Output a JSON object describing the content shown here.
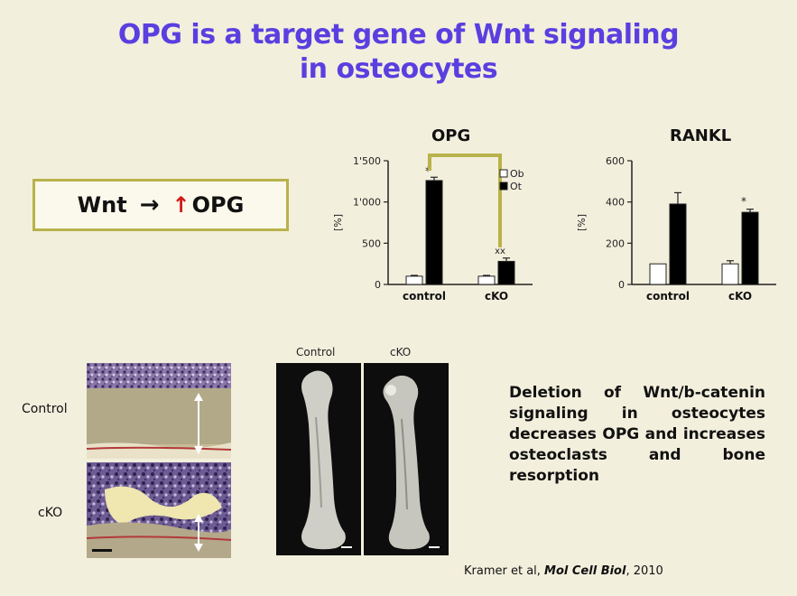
{
  "slide": {
    "title_line1": "OPG is a target gene of Wnt signaling",
    "title_line2": "in osteocytes",
    "wnt_label": "Wnt",
    "arrow": "→",
    "up_arrow": "↑",
    "opg_label": "OPG",
    "summary": "Deletion of Wnt/b-catenin signaling in osteocytes decreases OPG and increases osteoclasts and bone resorption",
    "reference_prefix": "Kramer et al, ",
    "reference_journal": "Mol Cell Biol",
    "reference_year": ", 2010",
    "histology": {
      "label_control": "Control",
      "label_cko": "cKO"
    },
    "bone_images": {
      "label_control": "Control",
      "label_cko": "cKO"
    }
  },
  "chart_data": [
    {
      "type": "bar",
      "title": "OPG",
      "ylabel": "[%]",
      "ylim": [
        0,
        1500
      ],
      "yticks": [
        0,
        500,
        1000,
        1500
      ],
      "ytick_labels": [
        "0",
        "500",
        "1'000",
        "1'500"
      ],
      "categories": [
        "control",
        "cKO"
      ],
      "series": [
        {
          "name": "Ob",
          "values": [
            100,
            100
          ],
          "color": "#ffffff"
        },
        {
          "name": "Ot",
          "values": [
            1260,
            280
          ],
          "color": "#000000"
        }
      ],
      "errors": {
        "Ob": [
          10,
          10
        ],
        "Ot": [
          40,
          40
        ]
      },
      "annotations": [
        "*",
        "xx"
      ],
      "legend": "top-right"
    },
    {
      "type": "bar",
      "title": "RANKL",
      "ylabel": "[%]",
      "ylim": [
        0,
        600
      ],
      "yticks": [
        0,
        200,
        400,
        600
      ],
      "ytick_labels": [
        "0",
        "200",
        "400",
        "600"
      ],
      "categories": [
        "control",
        "cKO"
      ],
      "series": [
        {
          "name": "Ob",
          "values": [
            100,
            100
          ],
          "color": "#ffffff"
        },
        {
          "name": "Ot",
          "values": [
            390,
            350
          ],
          "color": "#000000"
        }
      ],
      "errors": {
        "Ob": [
          0,
          15
        ],
        "Ot": [
          55,
          15
        ]
      },
      "annotations": [
        "*"
      ]
    }
  ]
}
